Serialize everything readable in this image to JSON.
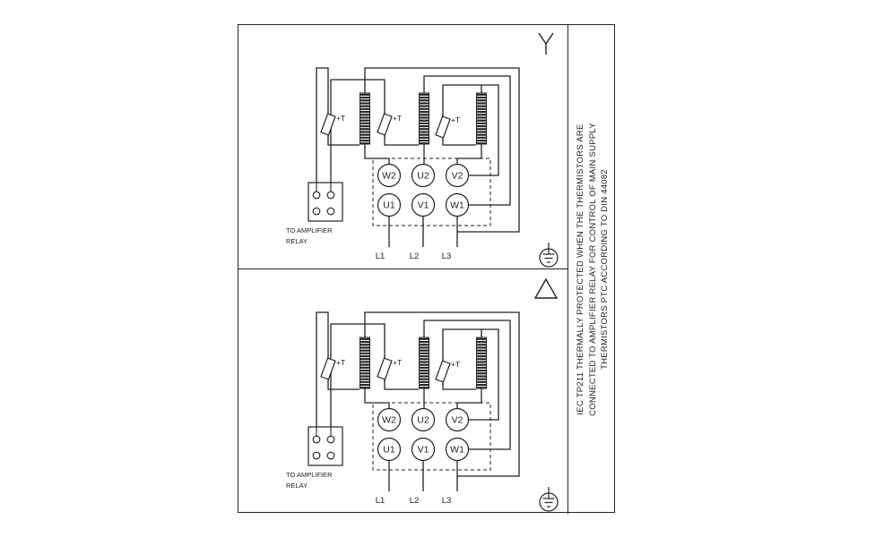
{
  "colors": {
    "line": "#222222",
    "background": "#ffffff"
  },
  "sidebar": {
    "lines": [
      "IEC TP211 THERMALLY PROTECTED WHEN THE THERMISTORS ARE",
      "CONNECTED TO AMPLIFIER RELAY FOR CONTROL OF MAIN SUPPLY",
      "THERMISTORS PTC ACCORDING TO DIN 44082"
    ]
  },
  "panels": [
    {
      "id": "star-panel",
      "connection": "star",
      "symbol_icon": "star-connection-icon",
      "terminals_top": [
        "W2",
        "U2",
        "V2"
      ],
      "terminals_bottom": [
        "U1",
        "V1",
        "W1"
      ],
      "supply_lines": [
        "L1",
        "L2",
        "L3"
      ],
      "thermistor_label": "+T",
      "relay_label": [
        "TO AMPLIFIER",
        "RELAY"
      ]
    },
    {
      "id": "delta-panel",
      "connection": "delta",
      "symbol_icon": "delta-connection-icon",
      "terminals_top": [
        "W2",
        "U2",
        "V2"
      ],
      "terminals_bottom": [
        "U1",
        "V1",
        "W1"
      ],
      "supply_lines": [
        "L1",
        "L2",
        "L3"
      ],
      "thermistor_label": "+T",
      "relay_label": [
        "TO AMPLIFIER",
        "RELAY"
      ]
    }
  ]
}
